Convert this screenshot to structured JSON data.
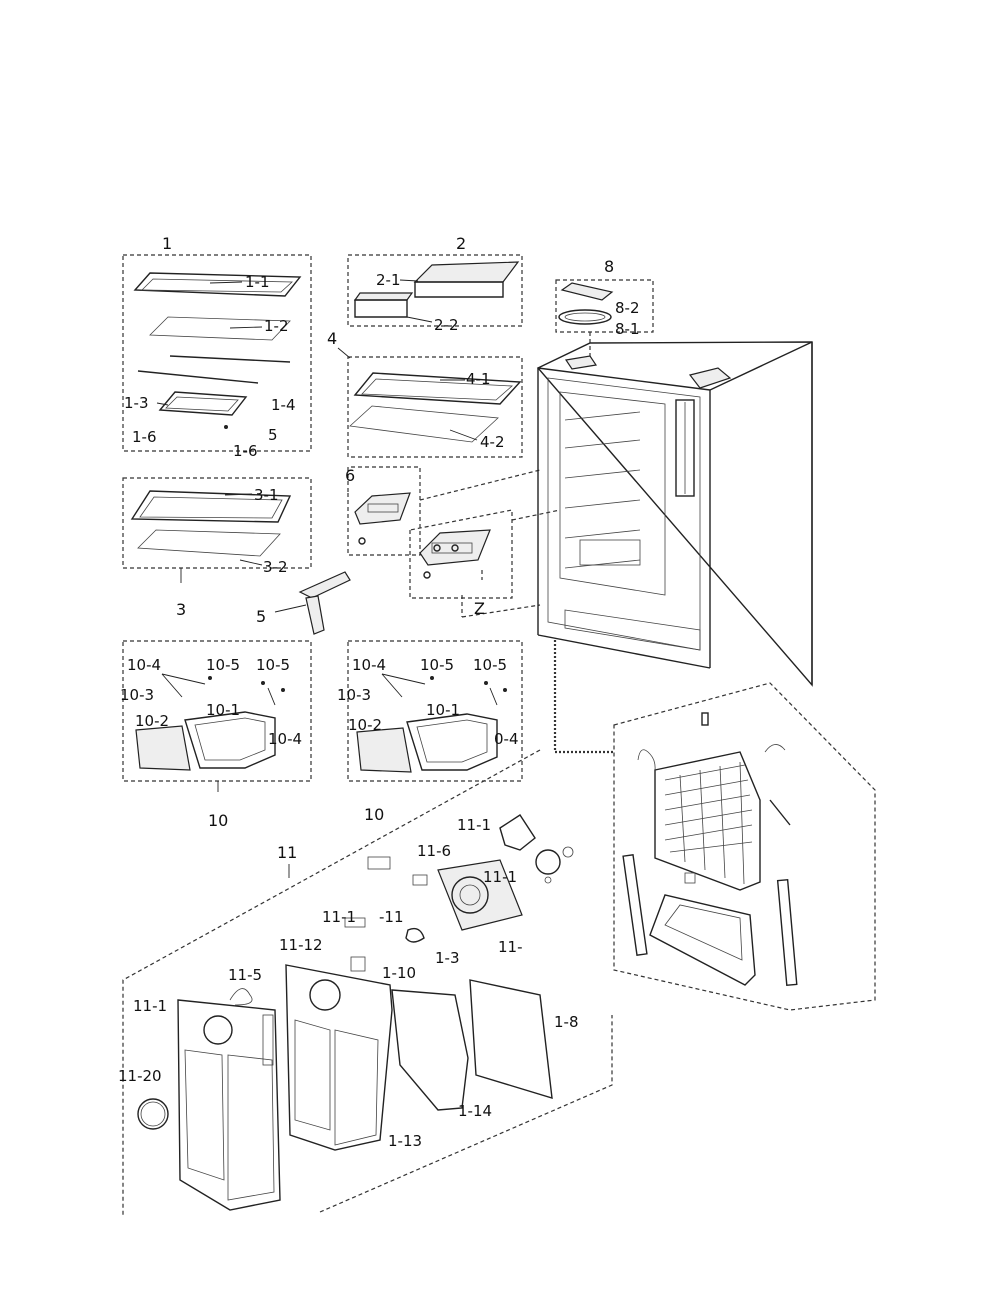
{
  "groups": {
    "g1": "1",
    "g2": "2",
    "g3": "3",
    "g4": "4",
    "g5": "5",
    "g6": "6",
    "g8": "8",
    "g10a": "10",
    "g10b": "10",
    "g11": "11",
    "gZ": "Z"
  },
  "labels": {
    "p1_1": "1-1",
    "p1_2": "1-2",
    "p1_3": "1-3",
    "p1_4": "1-4",
    "p1_5": "5",
    "p1_6a": "1-6",
    "p1_6b": "1-6",
    "p2_1": "2-1",
    "p2_2": "2-2",
    "p3_1": "3-1",
    "p3_2": "3-2",
    "p4_1": "4-1",
    "p4_2": "4-2",
    "p8_1": "8-1",
    "p8_2": "8-2",
    "a10_4": "10-4",
    "a10_5a": "10-5",
    "a10_5b": "10-5",
    "a10_3": "10-3",
    "a10_2": "10-2",
    "a10_1": "10-1",
    "a10_4b": "10-4",
    "b10_4": "10-4",
    "b10_5a": "10-5",
    "b10_5b": "10-5",
    "b10_3": "10-3",
    "b10_2": "10-2",
    "b10_1": "10-1",
    "b10_4b": "0-4",
    "p11_1a": "11-1",
    "p11_6": "11-6",
    "p11_1b": "11-1",
    "p11_11a": "11-1",
    "p11_11b": "-11",
    "p11_12": "11-12",
    "p11_3": "1-3",
    "p11_blank": "11-",
    "p11_10": "1-10",
    "p11_5": "11-5",
    "p11_1c": "11-1",
    "p11_8": "1-8",
    "p11_20": "11-20",
    "p11_14": "1-14",
    "p11_13": "1-13"
  }
}
